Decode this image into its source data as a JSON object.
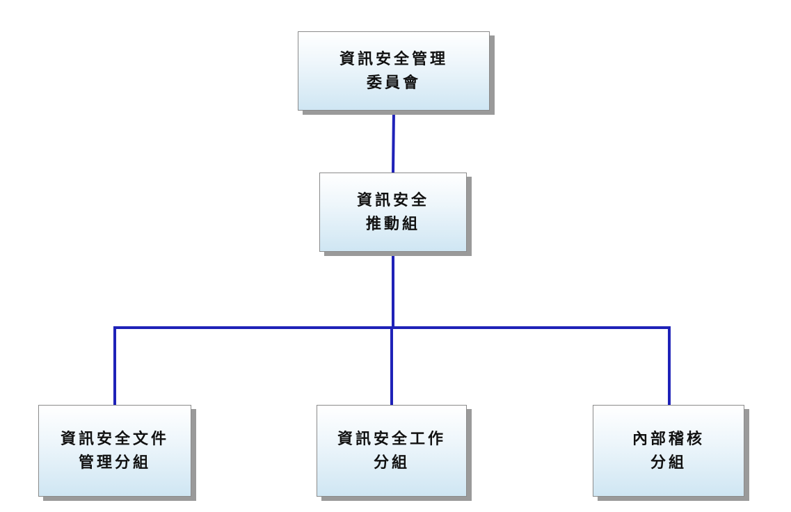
{
  "style": {
    "connector_color": "#1f22b8",
    "node_gradient_top": "#ffffff",
    "node_gradient_bottom": "#cfe6f3",
    "node_border": "#8a8a8a",
    "node_shadow": "#9a9a9a"
  },
  "nodes": {
    "committee": {
      "line1": "資訊安全管理",
      "line2": "委員會"
    },
    "promotion": {
      "line1": "資訊安全",
      "line2": "推動組"
    },
    "docs": {
      "line1": "資訊安全文件",
      "line2": "管理分組"
    },
    "work": {
      "line1": "資訊安全工作",
      "line2": "分組"
    },
    "audit": {
      "line1": "內部稽核",
      "line2": "分組"
    }
  },
  "edges": [
    {
      "from": "committee",
      "to": "promotion"
    },
    {
      "from": "promotion",
      "to": "docs"
    },
    {
      "from": "promotion",
      "to": "work"
    },
    {
      "from": "promotion",
      "to": "audit"
    }
  ]
}
